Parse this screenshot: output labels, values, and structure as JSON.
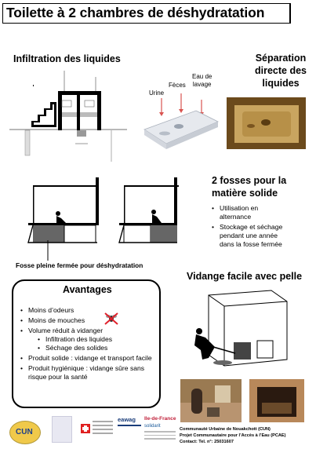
{
  "title": "Toilette à 2 chambres de déshydratation",
  "infiltration": {
    "heading": "Infiltration des liquides"
  },
  "separation": {
    "heading_lines": [
      "Séparation",
      "directe des",
      "liquides"
    ]
  },
  "seat": {
    "urine": "Urine",
    "feces": "Fèces",
    "wash_lines": [
      "Eau de",
      "lavage"
    ]
  },
  "fosses": {
    "heading_lines": [
      "2 fosses pour la",
      "matière solide"
    ],
    "bullets": [
      [
        "Utilisation en",
        "alternance"
      ],
      [
        "Stockage et séchage",
        "pendant une année",
        "dans la fosse fermée"
      ]
    ]
  },
  "fosse_caption": "Fosse pleine fermée pour déshydratation",
  "vidange": {
    "heading": "Vidange facile avec pelle"
  },
  "avantages": {
    "heading": "Avantages",
    "items": [
      {
        "text": "Moins d’odeurs",
        "level": 1
      },
      {
        "text": "Moins de mouches",
        "level": 1
      },
      {
        "text": "Volume réduit à vidanger",
        "level": 1
      },
      {
        "text": "Infiltration des liquides",
        "level": 2
      },
      {
        "text": "Séchage des solides",
        "level": 2
      },
      {
        "text": "Produit solide : vidange et transport facile",
        "level": 1
      },
      {
        "text": "Produit hygiénique : vidange sûre sans risque pour la santé",
        "level": 1
      }
    ]
  },
  "footer": {
    "lines": [
      "Communauté Urbaine de Nouakchott (CUN)",
      "Projet Communautaire pour l’Accès à l’Eau (PCAE)",
      "Contact: Tel. n°: 25031607"
    ],
    "logos": [
      "CUN",
      "eawag",
      "Ile-de-France",
      "solidarit"
    ]
  }
}
